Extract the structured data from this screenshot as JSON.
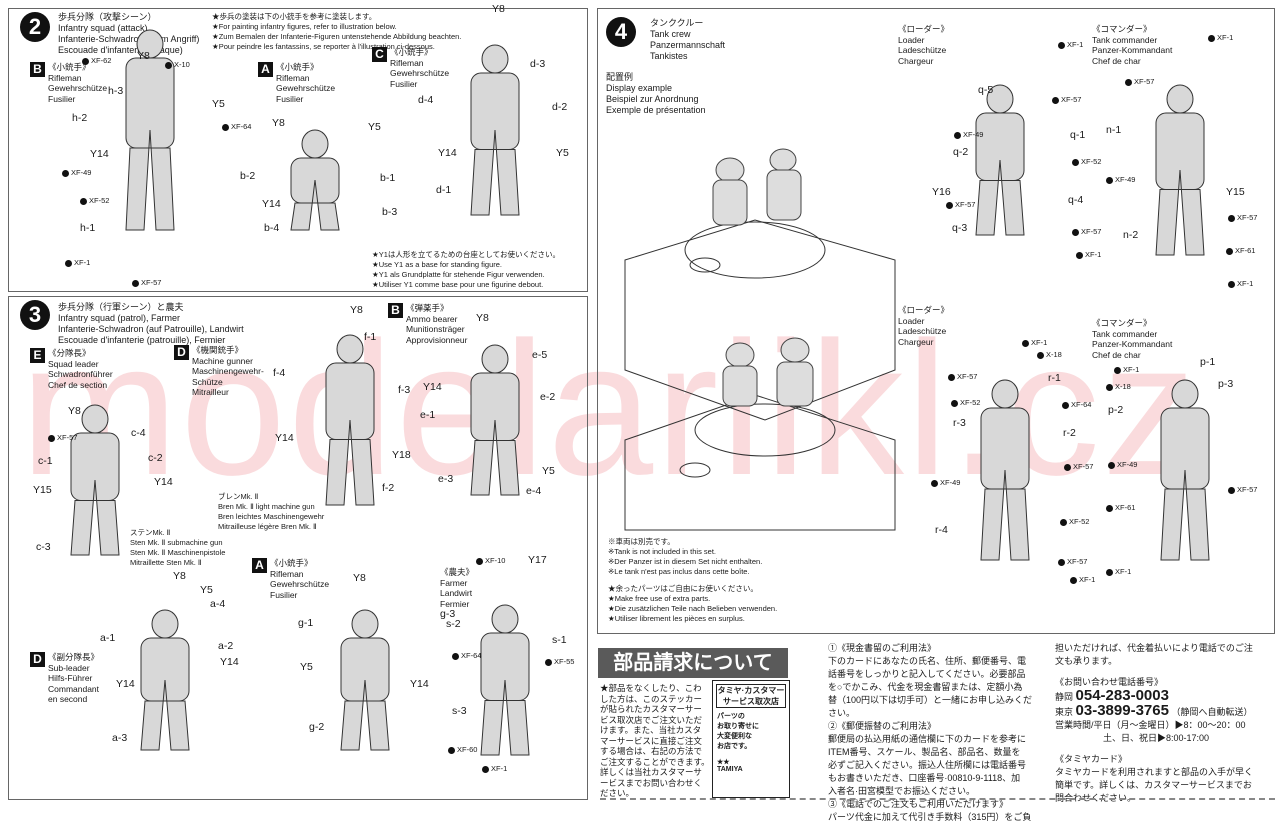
{
  "watermark": "modelarlikl.cz",
  "section2": {
    "number": "2",
    "title": [
      "歩兵分隊（攻撃シーン）",
      "Infantry squad (attack)",
      "Infanterie-Schwadron (beim Angriff)",
      "Escouade d'infanterie (attaque)"
    ],
    "notes": [
      "★歩兵の塗装は下の小銃手を参考に塗装します。",
      "★For painting infantry figures, refer to illustration below.",
      "★Zum Bemalen der Infanterie-Figuren untenstehende Abbildung beachten.",
      "★Pour peindre les fantassins, se reporter à l'illustration ci-dessous."
    ],
    "base_note": [
      "★Y1は人形を立てるための台座としてお使いください。",
      "★Use Y1 as a base for standing figure.",
      "★Y1 als Grundplatte für stehende Figur verwenden.",
      "★Utiliser Y1 comme base pour une figurine debout."
    ],
    "roles": [
      {
        "tag": "B",
        "lines": [
          "《小銃手》",
          "Rifleman",
          "Gewehrschütze",
          "Fusilier"
        ]
      },
      {
        "tag": "A",
        "lines": [
          "《小銃手》",
          "Rifleman",
          "Gewehrschütze",
          "Fusilier"
        ]
      },
      {
        "tag": "C",
        "lines": [
          "《小銃手》",
          "Rifleman",
          "Gewehrschütze",
          "Fusilier"
        ]
      }
    ],
    "callouts": [
      "XF-62",
      "Y8",
      "X-10",
      "h-3",
      "Y5",
      "XF-64",
      "h-2",
      "Y14",
      "XF-49",
      "XF-52",
      "h-1",
      "XF-1",
      "XF-57",
      "Y8",
      "Y5",
      "b-2",
      "b-1",
      "Y14",
      "b-3",
      "b-4",
      "Y8",
      "d-3",
      "d-4",
      "d-2",
      "Y14",
      "Y5",
      "d-1"
    ]
  },
  "section3": {
    "number": "3",
    "title": [
      "歩兵分隊（行軍シーン）と農夫",
      "Infantry squad (patrol), Farmer",
      "Infanterie-Schwadron (auf Patrouille), Landwirt",
      "Escouade d'infanterie (patrouille), Fermier"
    ],
    "roles": [
      {
        "tag": "E",
        "lines": [
          "《分隊長》",
          "Squad leader",
          "Schwadronführer",
          "Chef de section"
        ]
      },
      {
        "tag": "D",
        "lines": [
          "《機関銃手》",
          "Machine gunner",
          "Maschinengewehr-",
          "Schütze",
          "Mitrailleur"
        ]
      },
      {
        "tag": "B",
        "lines": [
          "《弾薬手》",
          "Ammo bearer",
          "Munitionsträger",
          "Approvisionneur"
        ]
      },
      {
        "tag": "D",
        "lines": [
          "《副分隊長》",
          "Sub-leader",
          "Hilfs-Führer",
          "Commandant",
          "en second"
        ]
      },
      {
        "tag": "A",
        "lines": [
          "《小銃手》",
          "Rifleman",
          "Gewehrschütze",
          "Fusilier"
        ]
      },
      {
        "tag": "",
        "lines": [
          "《農夫》",
          "Farmer",
          "Landwirt",
          "Fermier"
        ]
      }
    ],
    "weapons": {
      "sten": [
        "ステンMk. Ⅱ",
        "Sten Mk. Ⅱ submachine gun",
        "Sten Mk. Ⅱ Maschinenpistole",
        "Mitraillette Sten Mk. Ⅱ"
      ],
      "bren": [
        "ブレンMk. Ⅱ",
        "Bren Mk. Ⅱ light machine gun",
        "Bren leichtes Maschinengewehr",
        "Mitrailleuse légère Bren Mk. Ⅱ"
      ]
    },
    "callouts": [
      "Y8",
      "XF-57",
      "c-4",
      "c-1",
      "c-2",
      "Y14",
      "Y15",
      "c-3",
      "Y8",
      "Y5",
      "a-4",
      "a-1",
      "a-2",
      "Y14",
      "Y14",
      "a-3",
      "Y8",
      "f-1",
      "f-4",
      "f-3",
      "Y14",
      "Y18",
      "f-2",
      "Y8",
      "e-5",
      "Y14",
      "e-2",
      "e-1",
      "Y5",
      "e-3",
      "e-4",
      "Y8",
      "g-3",
      "g-1",
      "Y5",
      "Y14",
      "g-2",
      "XF-10",
      "Y17",
      "s-2",
      "s-1",
      "XF-64",
      "XF-55",
      "s-3",
      "XF-60",
      "XF-1"
    ]
  },
  "section4": {
    "number": "4",
    "title": [
      "タンククルー",
      "Tank crew",
      "Panzermannschaft",
      "Tankistes"
    ],
    "display": [
      "配置例",
      "Display example",
      "Beispiel zur Anordnung",
      "Exemple de présentation"
    ],
    "roles": [
      {
        "lines": [
          "《ローダー》",
          "Loader",
          "Ladeschütze",
          "Chargeur"
        ]
      },
      {
        "lines": [
          "《コマンダー》",
          "Tank commander",
          "Panzer-Kommandant",
          "Chef de char"
        ]
      },
      {
        "lines": [
          "《ローダー》",
          "Loader",
          "Ladeschütze",
          "Chargeur"
        ]
      },
      {
        "lines": [
          "《コマンダー》",
          "Tank commander",
          "Panzer-Kommandant",
          "Chef de char"
        ]
      }
    ],
    "tank_note": [
      "※車両は別売です。",
      "※Tank is not included in this set.",
      "※Der Panzer ist in diesem Set nicht enthalten.",
      "※Le tank n'est pas inclus dans cette boîte."
    ],
    "extra_note": [
      "★余ったパーツはご自由にお使いください。",
      "★Make free use of extra parts.",
      "★Die zusätzlichen Teile nach Belieben verwenden.",
      "★Utiliser librement les pièces en surplus."
    ],
    "callouts": [
      "XF-1",
      "q-5",
      "XF-57",
      "XF-49",
      "q-1",
      "q-2",
      "XF-52",
      "Y16",
      "q-4",
      "XF-57",
      "q-3",
      "XF-57",
      "XF-1",
      "XF-1",
      "XF-57",
      "n-1",
      "XF-49",
      "Y15",
      "XF-57",
      "n-2",
      "XF-61",
      "XF-1",
      "XF-1",
      "X-18",
      "XF-57",
      "r-1",
      "XF-52",
      "XF-64",
      "r-3",
      "r-2",
      "XF-57",
      "XF-49",
      "XF-52",
      "r-4",
      "XF-57",
      "XF-1",
      "p-1",
      "XF-1",
      "p-3",
      "X-18",
      "p-2",
      "XF-49",
      "XF-57",
      "XF-61",
      "XF-1"
    ]
  },
  "parts": {
    "banner": "部品請求について",
    "intro": [
      "★部品をなくしたり、こわ",
      "した方は、このステッカー",
      "が貼られたカスタマーサー",
      "ビス取次店でご注文いただ",
      "けます。また、当社カスタ",
      "マーサービスに直接ご注文",
      "する場合は、右記の方法で",
      "ご注文することができます。",
      "詳しくは当社カスタマーサ",
      "ービスまでお問い合わせく",
      "ださい。"
    ],
    "sticker": {
      "title": [
        "タミヤ·カスタマー",
        "サービス取次店"
      ],
      "body": [
        "パーツの",
        "お取り寄せに",
        "大変便利な",
        "お店です。"
      ],
      "brand": "TAMIYA"
    },
    "col2": [
      "①《現金書留のご利用法》",
      "下のカードにあなたの氏名、住所、郵便番号、電",
      "話番号をしっかりと記入してください。必要部品",
      "を○でかこみ、代金を現金書留または、定額小為",
      "替（100円以下は切手可）と一緒にお申し込みくだ",
      "さい。",
      "②《郵便振替のご利用法》",
      "郵便局の払込用紙の通信欄に下のカードを参考に",
      "ITEM番号、スケール、製品名、部品名、数量を",
      "必ずご記入ください。振込人住所欄には電話番号",
      "もお書きいただき、口座番号·00810-9-1118、加",
      "入者名·田宮模型でお振込ください。",
      "③《電話でのご注文もご利用いただけます》",
      "パーツ代金に加えて代引き手数料（315円）をご負"
    ],
    "col3_top": [
      "担いただければ、代金着払いにより電話でのご注",
      "文も承ります。"
    ],
    "contact_heading": "《お問い合わせ電話番号》",
    "shizuoka_label": "静岡",
    "shizuoka_phone": "054-283-0003",
    "tokyo_label": "東京",
    "tokyo_phone": "03-3899-3765",
    "tokyo_note": "（静岡へ自動転送）",
    "hours_weekday": "営業時間/平日（月～金曜日）▶8：00～20：00",
    "hours_weekend": "土、日、祝日▶8:00-17:00",
    "card_heading": "《タミヤカード》",
    "card_text": [
      "タミヤカードを利用されますと部品の入手が早く",
      "簡単です。詳しくは、カスタマーサービスまでお",
      "問合わせください。"
    ]
  }
}
